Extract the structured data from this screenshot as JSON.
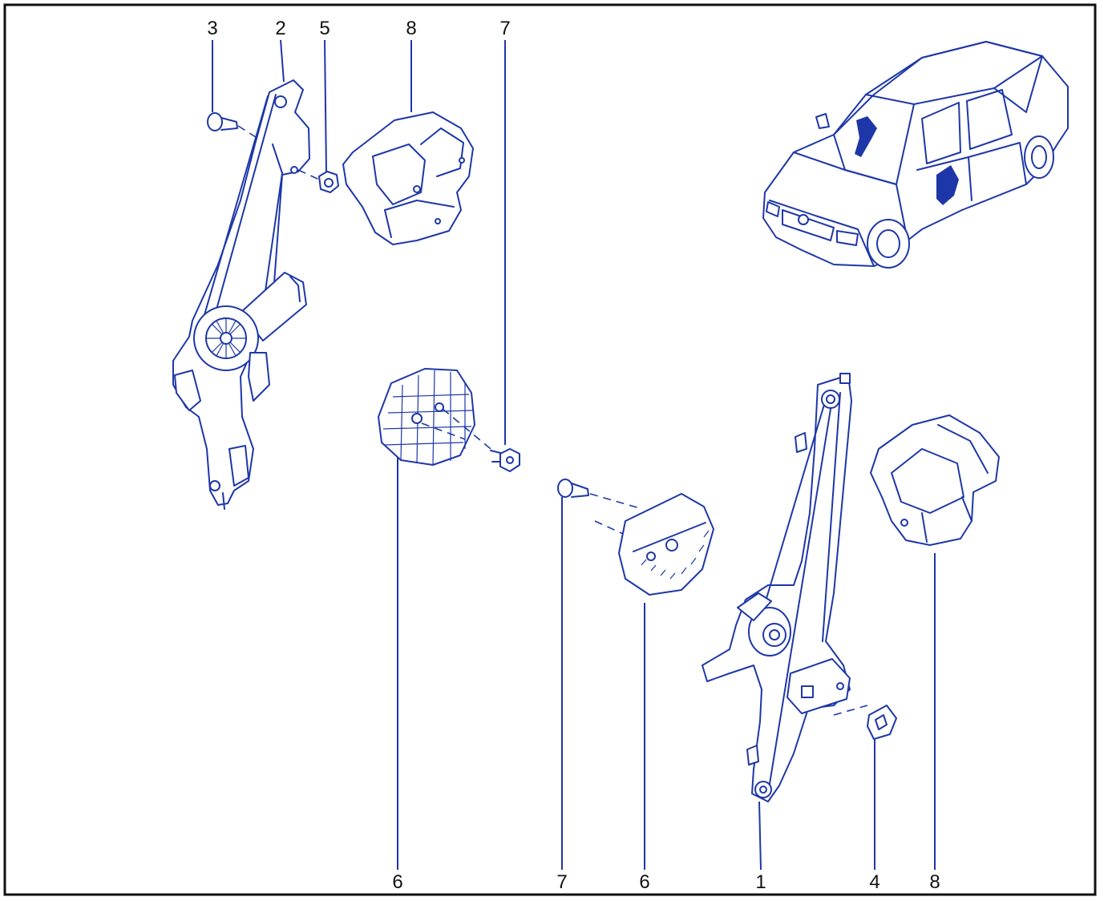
{
  "diagram": {
    "colors": {
      "line": "#1e37a8",
      "text": "#111111",
      "frame": "#111111",
      "background": "#ffffff"
    },
    "callouts_top": [
      "3",
      "2",
      "5",
      "8",
      "7"
    ],
    "callouts_bottom": [
      "6",
      "7",
      "6",
      "1",
      "4",
      "8"
    ]
  }
}
